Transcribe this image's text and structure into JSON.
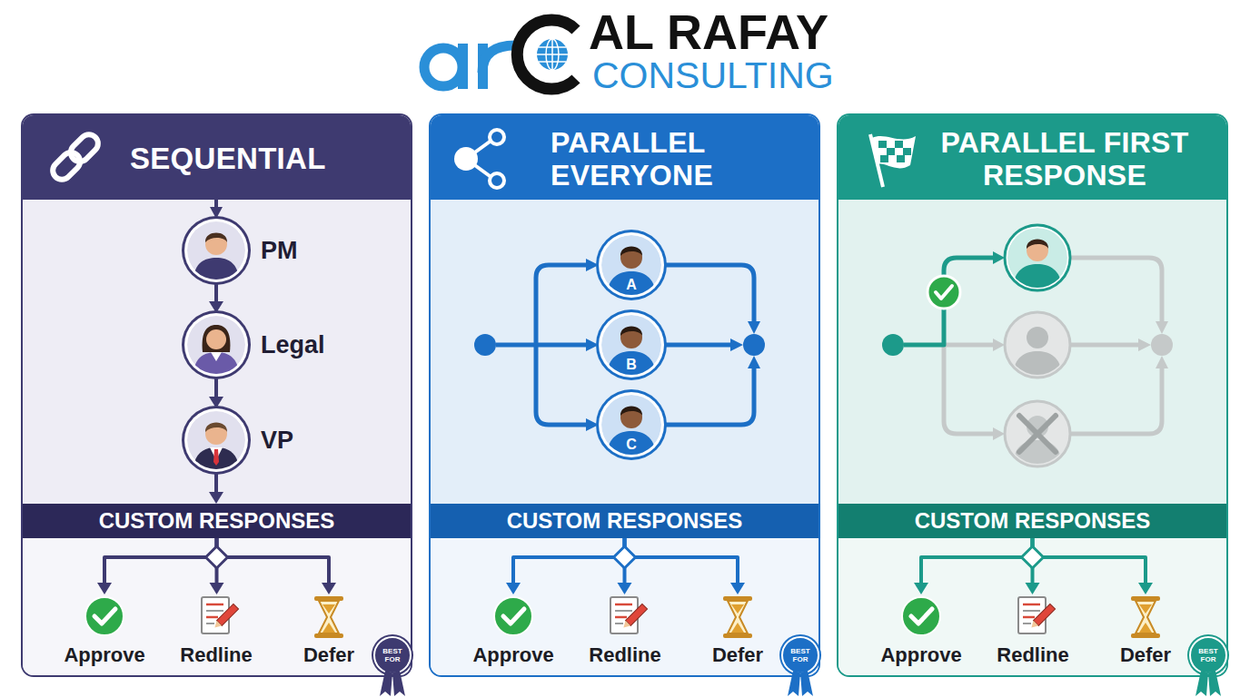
{
  "diagram": {
    "nodes": [
      {
        "text": [
          "SEQUENTIAL"
        ]
      },
      {
        "text": [
          "PM"
        ],
        "in": 0
      },
      {
        "text": [
          "Legal"
        ],
        "in": 0
      },
      {
        "text": [
          "VP"
        ],
        "in": 0
      },
      {
        "text": [
          "CUSTOM RESPONSES"
        ],
        "in": 0
      },
      {
        "text": [
          "Approve"
        ],
        "in": 0
      },
      {
        "text": [
          "Redline"
        ],
        "in": 0
      },
      {
        "text": [
          "Defer"
        ],
        "in": 0
      },
      {
        "text": [
          "BEST FOR"
        ],
        "in": 0
      },
      {
        "text": [
          "PARALLEL EVERYONE"
        ]
      },
      {
        "text": [
          "A"
        ],
        "in": 9
      },
      {
        "text": [
          "B"
        ],
        "in": 9
      },
      {
        "text": [
          "C"
        ],
        "in": 9
      },
      {
        "text": [
          "CUSTOM RESPONSES"
        ],
        "in": 9
      },
      {
        "text": [
          "Approve"
        ],
        "in": 9
      },
      {
        "text": [
          "Redline"
        ],
        "in": 9
      },
      {
        "text": [
          "Defer"
        ],
        "in": 9
      },
      {
        "text": [
          "BEST FOR"
        ],
        "in": 9
      },
      {
        "text": [
          "PARALLEL FIRST RESPONSE"
        ]
      },
      {
        "text": [
          "CUSTOM RESPONSES"
        ],
        "in": 18
      },
      {
        "text": [
          "Approve"
        ],
        "in": 18
      },
      {
        "text": [
          "Redline"
        ],
        "in": 18
      },
      {
        "text": [
          "Defer"
        ],
        "in": 18
      },
      {
        "text": [
          "BEST FOR"
        ],
        "in": 18
      }
    ],
    "edges": [
      {
        "from": 1,
        "to": 2,
        "arrow": "to"
      },
      {
        "from": 2,
        "to": 3,
        "arrow": "to"
      },
      {
        "from": 3,
        "to": 4,
        "arrow": "to"
      },
      {
        "from": 4,
        "to": 5,
        "arrow": "to"
      },
      {
        "from": 4,
        "to": 6,
        "arrow": "to"
      },
      {
        "from": 4,
        "to": 7,
        "arrow": "to"
      },
      {
        "from": 13,
        "to": 14,
        "arrow": "to"
      },
      {
        "from": 13,
        "to": 15,
        "arrow": "to"
      },
      {
        "from": 13,
        "to": 16,
        "arrow": "to"
      },
      {
        "from": 19,
        "to": 20,
        "arrow": "to"
      },
      {
        "from": 19,
        "to": 21,
        "arrow": "to"
      },
      {
        "from": 19,
        "to": 22,
        "arrow": "to"
      }
    ],
    "labels": [
      "AL RAFAY",
      "CONSULTING"
    ]
  }
}
